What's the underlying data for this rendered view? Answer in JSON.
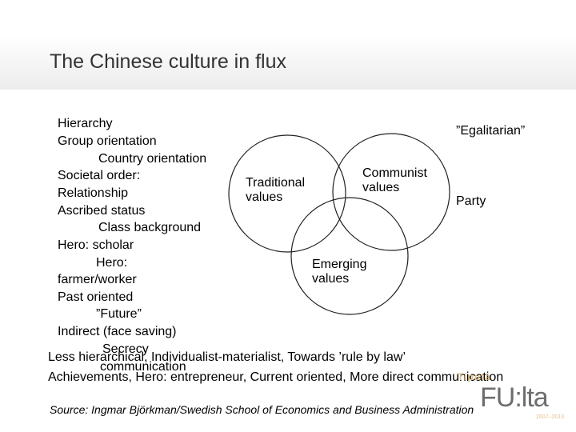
{
  "slide": {
    "title": "The Chinese culture in flux",
    "left_list": [
      "Hierarchy",
      "Group orientation",
      "Country orientation",
      "Societal order:",
      "Relationship",
      "Ascribed status",
      "Class background",
      "Hero: scholar",
      "Hero:",
      "farmer/worker",
      "Past oriented",
      "”Future”",
      "Indirect (face saving)",
      "Secrecy"
    ],
    "egalitarian": "”Egalitarian”",
    "party": "Party",
    "circles": {
      "traditional": "Traditional values",
      "communist": "Communist values",
      "emerging": "Emerging values"
    },
    "bottom_line_1": "Less hierarchical, Individualist-materialist, Towards ’rule by law’",
    "communication": "communication",
    "bottom_line_2": "Achievements, Hero: entrepreneur, Current oriented, More direct communication",
    "source": "Source: Ingmar Björkman/Swedish School of Economics and Business Administration",
    "logo": {
      "small_text": "Tiputa",
      "main_text": "FU:lta",
      "years": "2007–2013"
    }
  }
}
